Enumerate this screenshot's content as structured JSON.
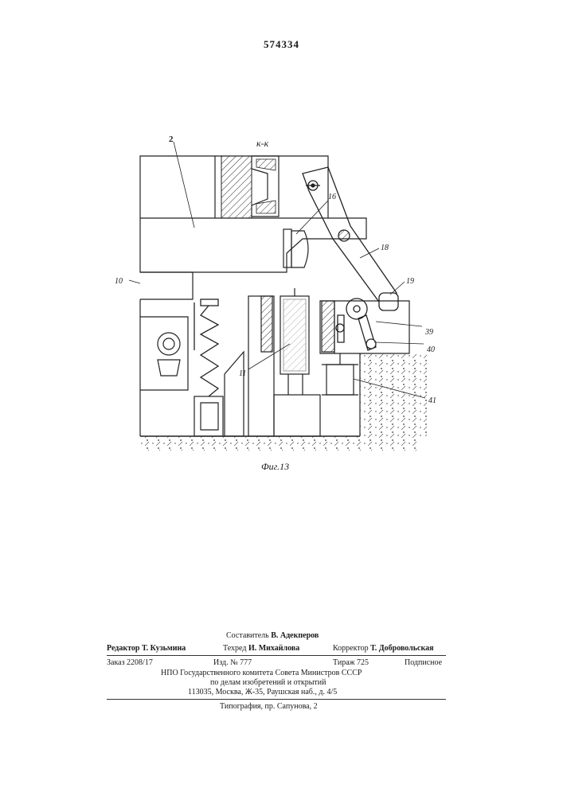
{
  "header": {
    "patent_number": "574334"
  },
  "figure": {
    "section_label": "к-к",
    "caption": "Фиг.13",
    "labels": {
      "l2": "2",
      "l10": "10",
      "l16": "16",
      "l18": "18",
      "l19": "19",
      "l39": "39",
      "l40": "40",
      "l41": "41",
      "l11": "11"
    }
  },
  "imprint": {
    "compiler_role": "Составитель",
    "compiler_name": "В. Адекперов",
    "editor_role": "Редактор",
    "editor_name": "Т. Кузьмина",
    "techred_role": "Техред",
    "techred_name": "И. Михайлова",
    "corrector_role": "Корректор",
    "corrector_name": "Т. Добровольская",
    "order": "Заказ 2208/17",
    "edition": "Изд. № 777",
    "circulation": "Тираж 725",
    "subscription": "Подписное",
    "org_line1": "НПО Государственного комитета Совета Министров СССР",
    "org_line2": "по делам изобретений и открытий",
    "org_address": "113035, Москва, Ж-35, Раушская наб., д. 4/5",
    "printer": "Типография, пр. Сапунова, 2"
  }
}
